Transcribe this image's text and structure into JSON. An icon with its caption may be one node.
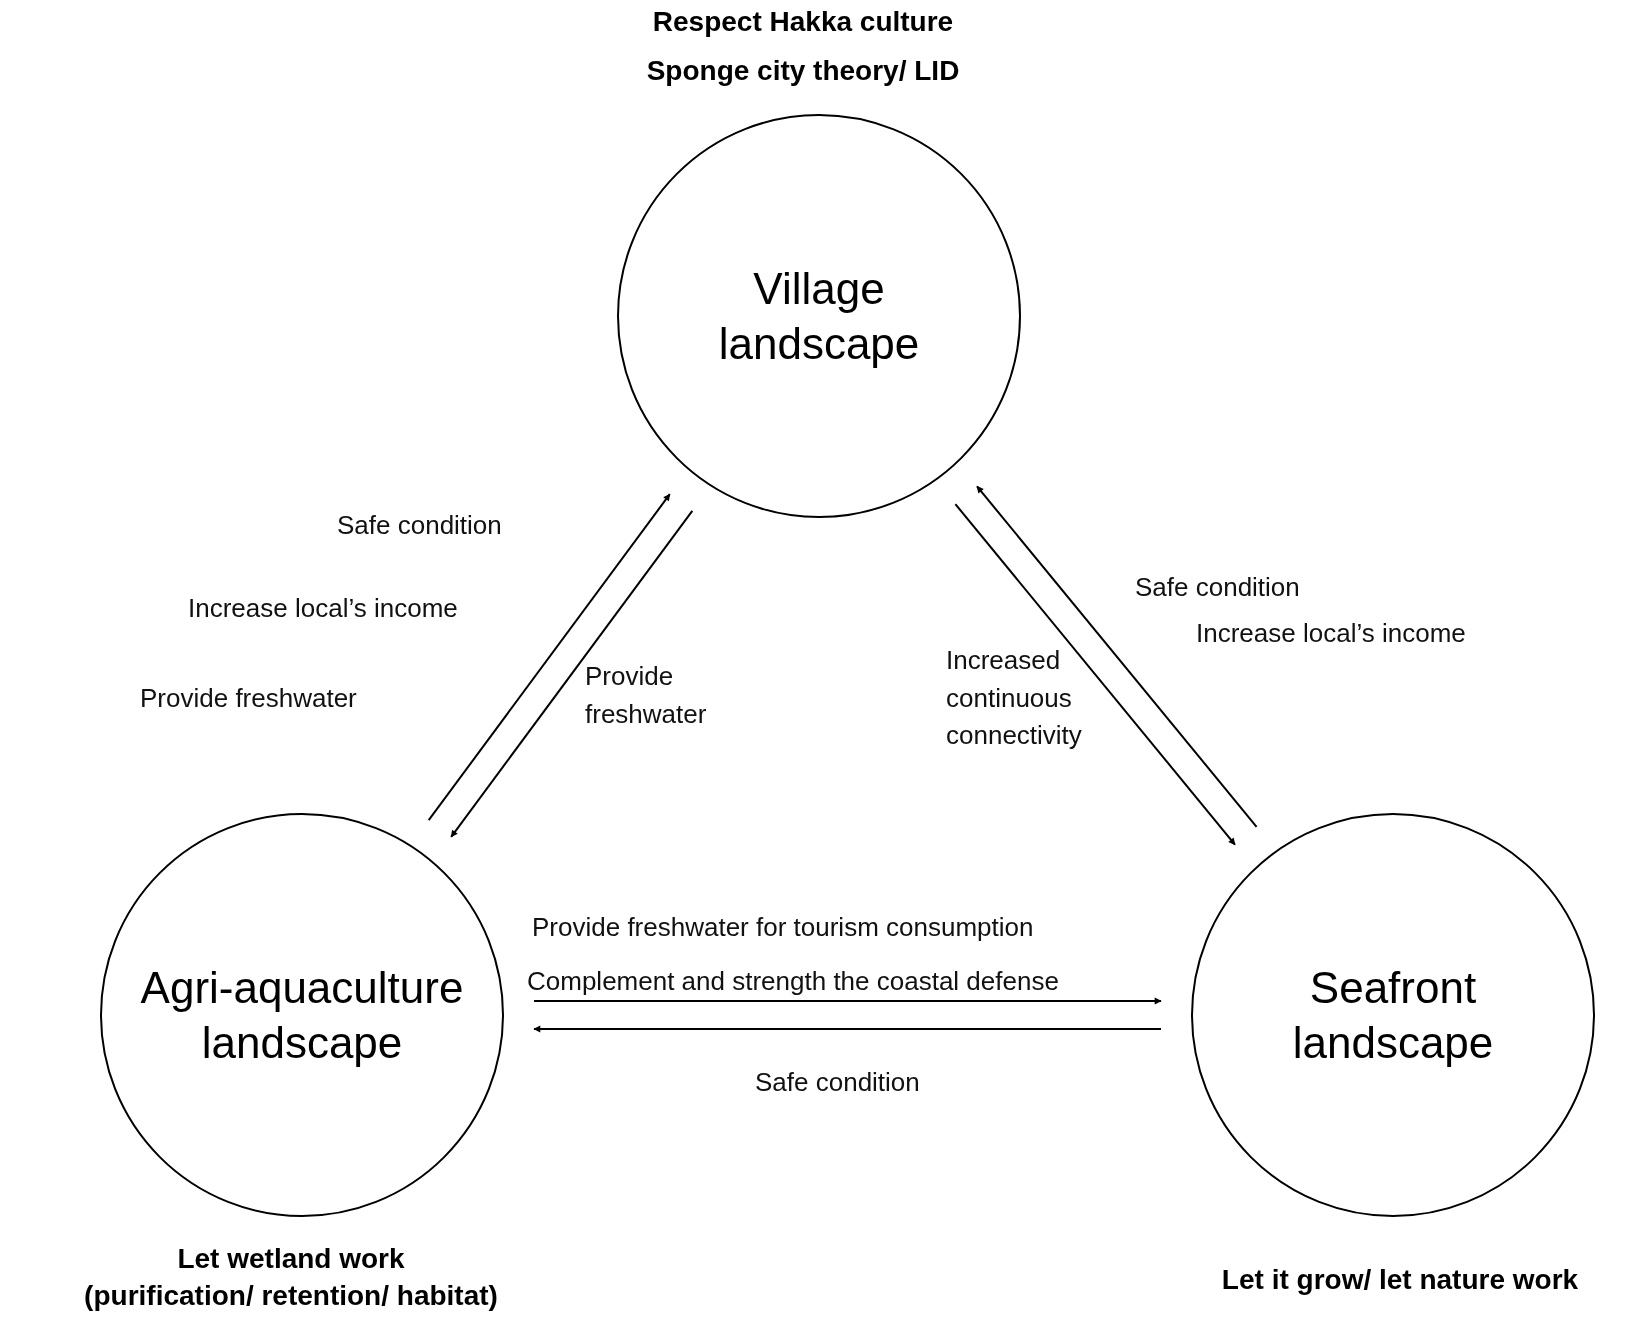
{
  "diagram": {
    "nodes": [
      {
        "text": [
          "Village landscape"
        ],
        "beside": [
          "Respect Hakka culture",
          "Sponge city theory/ LID"
        ]
      },
      {
        "text": [
          "Agri-aquaculture landscape"
        ],
        "beside": [
          "Let wetland work",
          "(purification/ retention/ habitat)"
        ]
      },
      {
        "text": [
          "Seafront landscape"
        ],
        "beside": [
          "Let it grow/ let nature work"
        ]
      }
    ],
    "edges": [
      {
        "from": 1,
        "to": 0,
        "arrow": "to"
      },
      {
        "from": 0,
        "to": 1,
        "arrow": "to",
        "label": "Provide freshwater"
      },
      {
        "from": 0,
        "to": 2,
        "arrow": "to",
        "label": "Increased continuous connectivity"
      },
      {
        "from": 2,
        "to": 0,
        "arrow": "to"
      },
      {
        "from": 1,
        "to": 2,
        "arrow": "to"
      },
      {
        "from": 2,
        "to": 1,
        "arrow": "to",
        "label": "Safe condition"
      }
    ],
    "labels": [
      "Safe condition",
      "Increase local’s income",
      "Provide freshwater",
      "Safe condition",
      "Increase local’s income",
      "Provide freshwater for tourism consumption",
      "Complement and strength the coastal defense"
    ]
  }
}
